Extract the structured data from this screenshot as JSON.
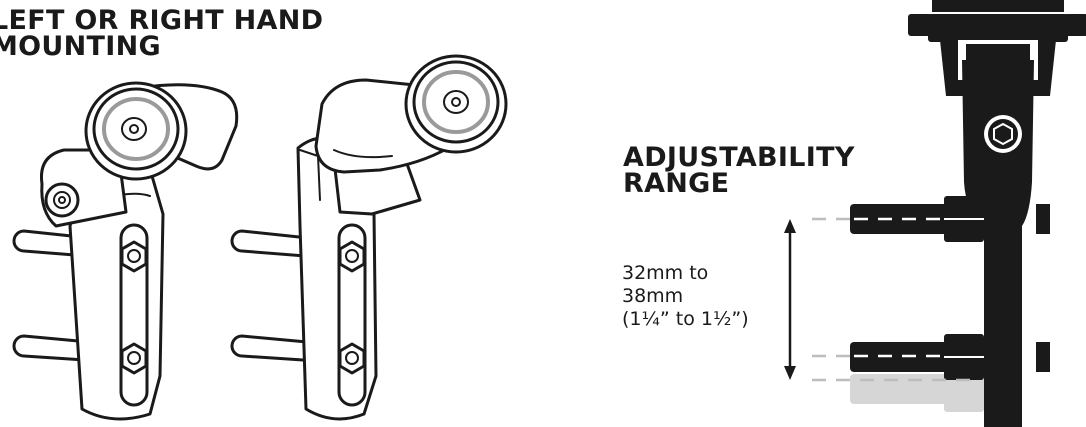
{
  "left_heading": {
    "line1": "LEFT OR RIGHT HAND",
    "line2": "MOUNTING"
  },
  "right_heading": {
    "line1": "ADJUSTABILITY",
    "line2": "RANGE"
  },
  "measurement": {
    "line1": "32mm to",
    "line2": "38mm",
    "line3": "(1¼” to 1½”)"
  },
  "colors": {
    "ink": "#1a1a1a",
    "lens_ring": "#9a9a9a",
    "ghost": "#d6d6d6"
  }
}
